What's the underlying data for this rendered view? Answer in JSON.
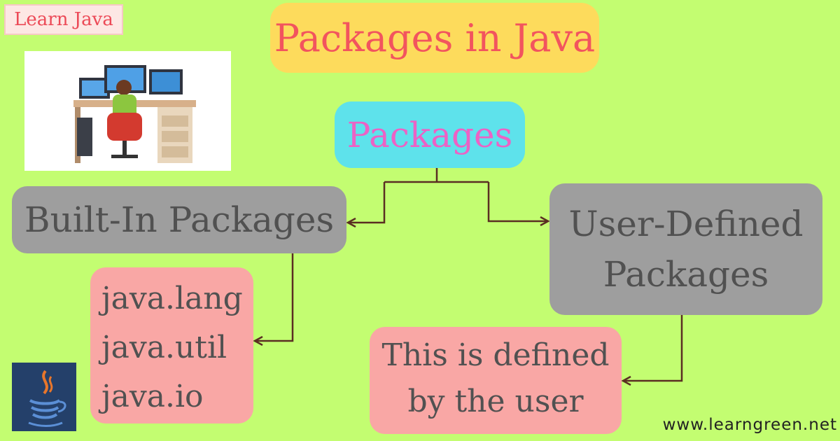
{
  "badge": {
    "label": "Learn Java"
  },
  "title": "Packages in Java",
  "diagram": {
    "root": "Packages",
    "builtin": {
      "label": "Built-In Packages",
      "items": [
        "java.lang",
        "java.util",
        "java.io"
      ]
    },
    "userdefined": {
      "label_lines": [
        "User-Defined",
        "Packages"
      ],
      "description_lines": [
        "This is defined",
        "by the user"
      ]
    }
  },
  "footer": {
    "website": "www.learngreen.net"
  },
  "icons": {
    "illustration": "programmer-desk-illustration",
    "logo": "java-logo-icon"
  },
  "colors": {
    "background": "#c3fd71",
    "title_box": "#fddb5c",
    "title_text": "#f2545e",
    "root_box": "#5ee2eb",
    "root_text": "#ec62c5",
    "category_box": "#9e9e9e",
    "detail_box": "#f9a7a5",
    "connector": "#5a2e22"
  }
}
